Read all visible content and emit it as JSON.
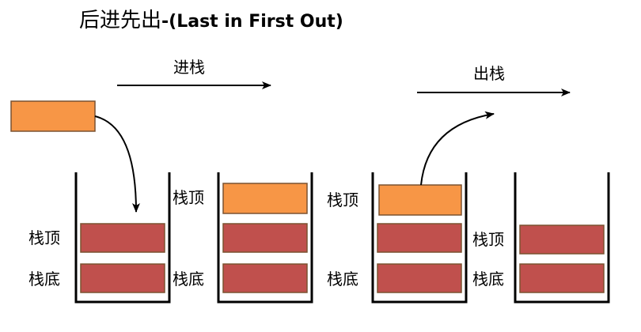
{
  "title": {
    "zh": "后进先出",
    "en": "-(Last in First Out)"
  },
  "operations": {
    "push": "进栈",
    "pop": "出栈"
  },
  "labels": {
    "top": "栈顶",
    "bottom": "栈底"
  },
  "colors": {
    "new_element": "#f79646",
    "stack_element": "#c0504d",
    "element_border": "#7a5230",
    "stack_wall": "#000000",
    "arrow": "#000000",
    "background": "#ffffff"
  },
  "stacks": [
    {
      "id": "push-before",
      "elements": [
        "stack",
        "stack"
      ],
      "top_label": "栈顶",
      "bottom_label": "栈底"
    },
    {
      "id": "push-after",
      "elements": [
        "stack",
        "stack",
        "new"
      ],
      "top_label": "栈顶",
      "bottom_label": "栈底"
    },
    {
      "id": "pop-before",
      "elements": [
        "stack",
        "stack",
        "new"
      ],
      "top_label": "栈顶",
      "bottom_label": "栈底"
    },
    {
      "id": "pop-after",
      "elements": [
        "stack",
        "stack"
      ],
      "top_label": "栈顶",
      "bottom_label": "栈底"
    }
  ]
}
